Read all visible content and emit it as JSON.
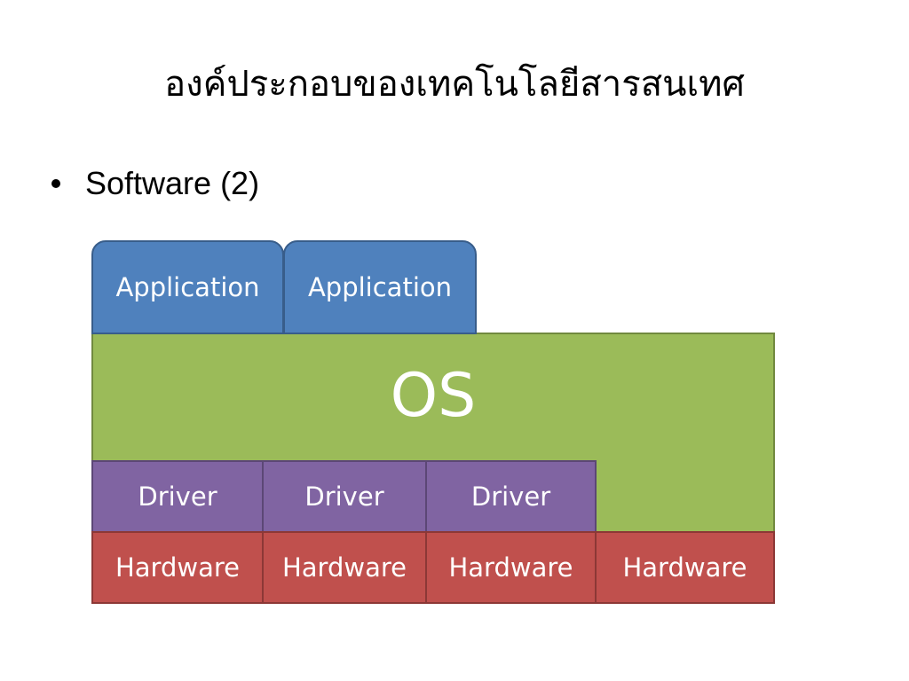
{
  "slide": {
    "title": "องค์ประกอบของเทคโนโลยีสารสนเทศ",
    "bullet": "Software (2)"
  },
  "diagram": {
    "applications": [
      "Application",
      "Application"
    ],
    "os": "OS",
    "drivers": [
      "Driver",
      "Driver",
      "Driver"
    ],
    "hardware": [
      "Hardware",
      "Hardware",
      "Hardware",
      "Hardware"
    ]
  },
  "colors": {
    "application": "#4f81bd",
    "os": "#9bbb59",
    "driver": "#8064a2",
    "hardware": "#c0504d"
  }
}
